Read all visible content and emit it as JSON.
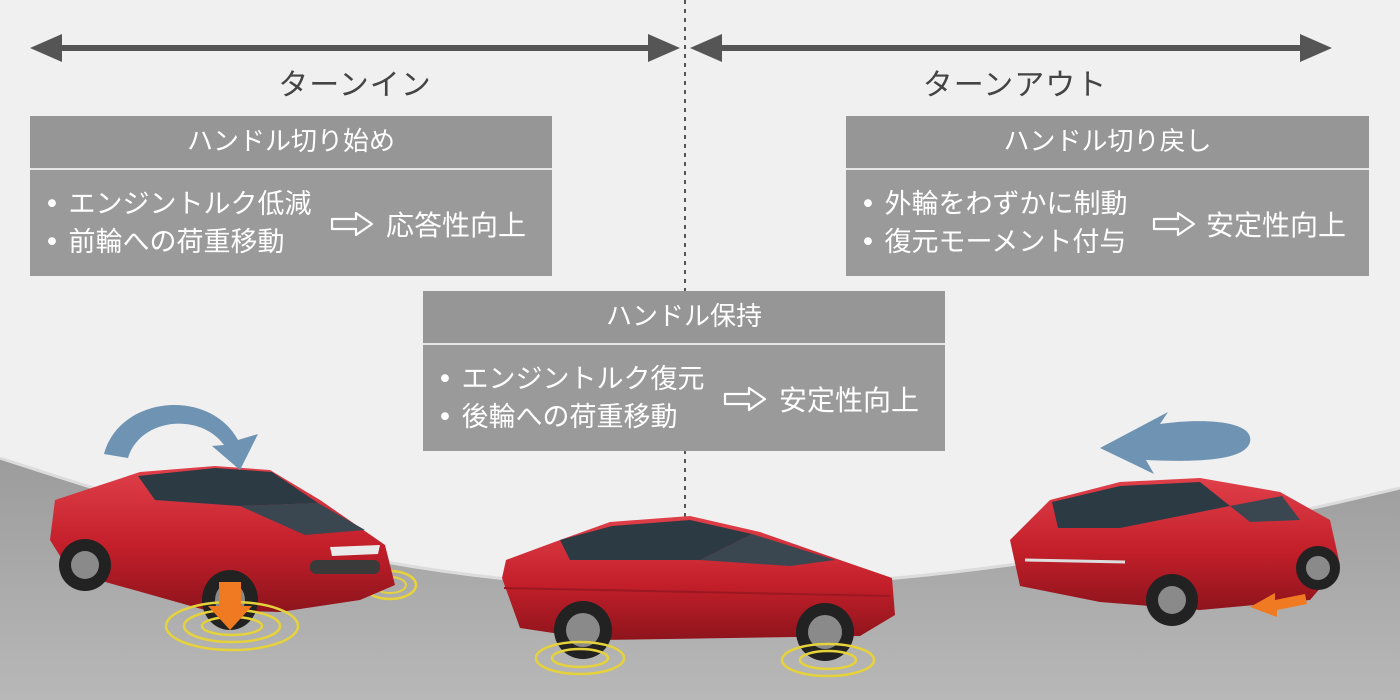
{
  "phases": {
    "turn_in": "ターンイン",
    "turn_out": "ターンアウト"
  },
  "panels": {
    "steer_start": {
      "title": "ハンドル切り始め",
      "bullets": [
        "エンジントルク低減",
        "前輪への荷重移動"
      ],
      "result": "応答性向上"
    },
    "steer_hold": {
      "title": "ハンドル保持",
      "bullets": [
        "エンジントルク復元",
        "後輪への荷重移動"
      ],
      "result": "安定性向上"
    },
    "steer_return": {
      "title": "ハンドル切り戻し",
      "bullets": [
        "外輪をわずかに制動",
        "復元モーメント付与"
      ],
      "result": "安定性向上"
    }
  },
  "colors": {
    "background": "#f0f0f0",
    "road": "#a5a5a5",
    "panel": "#9a9a9a",
    "panel_text": "#ffffff",
    "car_body": "#c8202c",
    "rotation_arrow": "#6e93b3",
    "load_arrow": "#f07a21",
    "wheel_ring": "#e6d23a",
    "timeline_arrow": "#555555"
  }
}
